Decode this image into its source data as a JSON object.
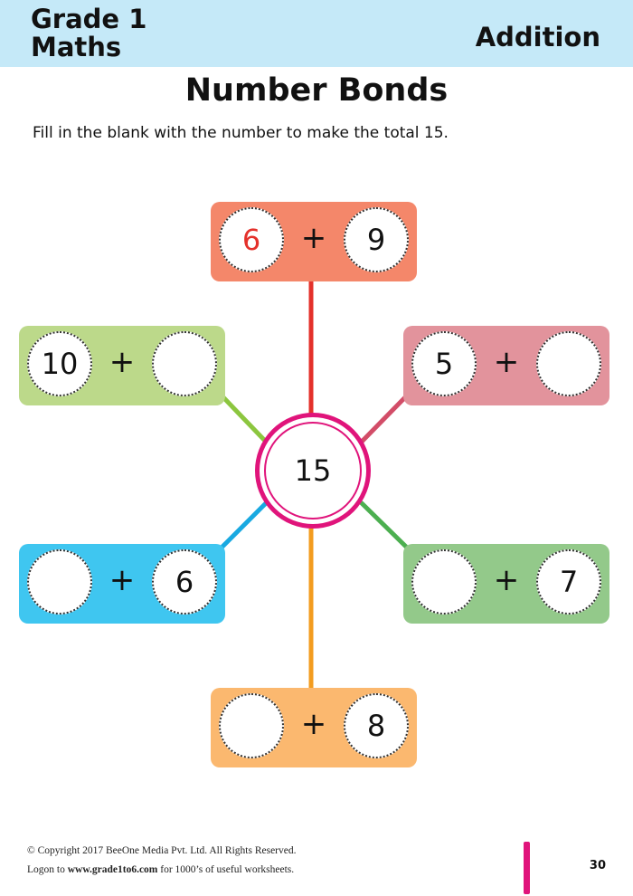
{
  "header": {
    "grade_line1": "Grade 1",
    "grade_line2": "Maths",
    "topic": "Addition"
  },
  "title": "Number Bonds",
  "instruction": "Fill in the blank with the number to make the total 15.",
  "center_total": "15",
  "operator": "+",
  "bonds": [
    {
      "id": "top",
      "left": "6",
      "right": "9",
      "left_color": "#e4312b",
      "box_color": "#f4876a",
      "line_color": "#e4312b"
    },
    {
      "id": "upper-left",
      "left": "10",
      "right": "",
      "box_color": "#bcd98a",
      "line_color": "#8cc63f"
    },
    {
      "id": "upper-right",
      "left": "5",
      "right": "",
      "box_color": "#e2939c",
      "line_color": "#d24d68"
    },
    {
      "id": "lower-left",
      "left": "",
      "right": "6",
      "box_color": "#3fc6f0",
      "line_color": "#19a9e1"
    },
    {
      "id": "lower-right",
      "left": "",
      "right": "7",
      "box_color": "#93c98a",
      "line_color": "#4caf50"
    },
    {
      "id": "bottom",
      "left": "",
      "right": "8",
      "box_color": "#fbb86f",
      "line_color": "#f39c1f"
    }
  ],
  "footer": {
    "copyright": "© Copyright 2017 BeeOne Media Pvt. Ltd. All Rights Reserved.",
    "logon_prefix": "Logon to ",
    "logon_site": "www.grade1to6.com",
    "logon_suffix": " for 1000’s of useful worksheets.",
    "page_number": "30"
  }
}
